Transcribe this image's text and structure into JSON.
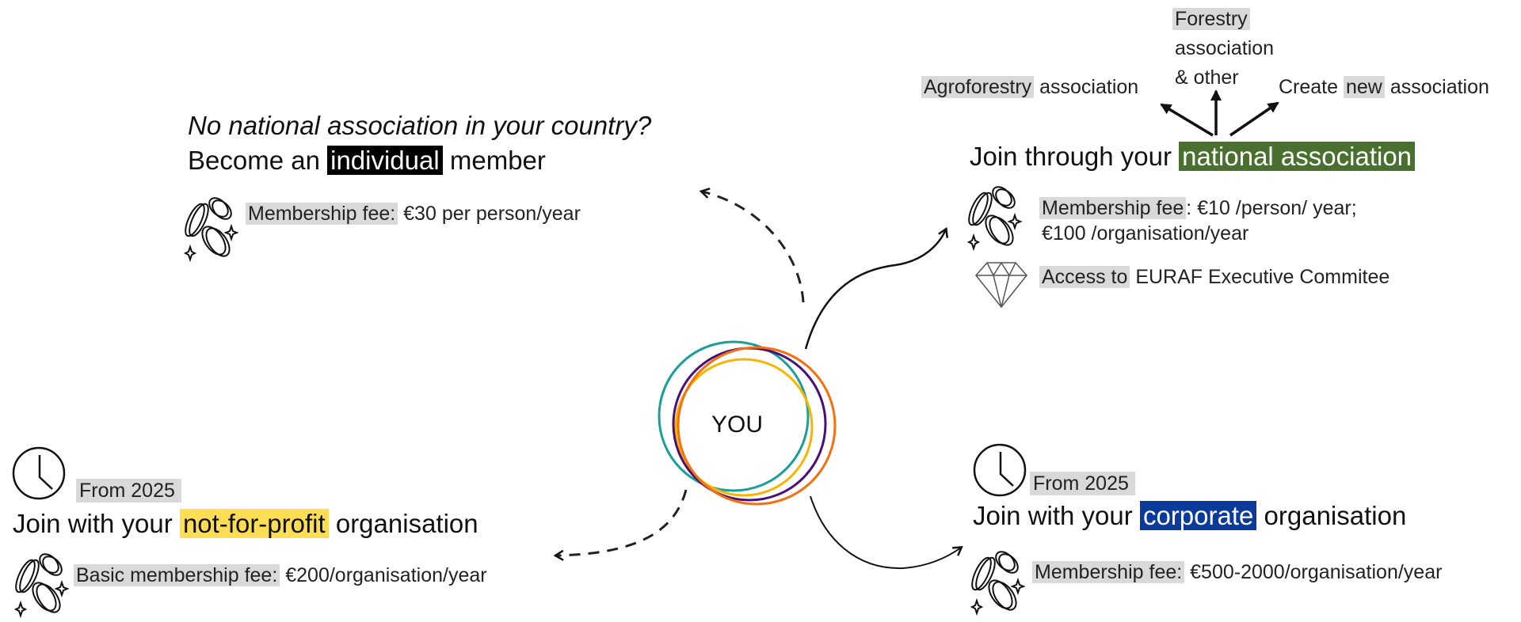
{
  "center": {
    "label": "YOU",
    "ring_colors": [
      "#1a9e9a",
      "#4b0f7a",
      "#f7b500",
      "#f5700f"
    ]
  },
  "individual": {
    "question": "No national association in your country?",
    "title_prefix": "Become an",
    "title_highlight": "individual",
    "title_suffix": "member",
    "fee_label": "Membership fee:",
    "fee_value": "€30 per person/year",
    "highlight_color": "#000000"
  },
  "national": {
    "options": {
      "agroforestry_hl": "Agroforestry",
      "agroforestry_rest": "association",
      "forestry_hl": "Forestry",
      "forestry_line2": "association",
      "forestry_line3": "& other",
      "create_prefix": "Create",
      "create_hl": "new",
      "create_suffix": "association"
    },
    "title_prefix": "Join through your",
    "title_highlight": "national association",
    "fee_label": "Membership fee",
    "fee_value_line1": ": €10 /person/ year;",
    "fee_value_line2": "€100 /organisation/year",
    "access_label": "Access to",
    "access_value": "EURAF Executive Commitee",
    "highlight_color": "#4a7030"
  },
  "nonprofit": {
    "from": "From 2025",
    "title_prefix": "Join with your",
    "title_highlight": "not-for-profit",
    "title_suffix": "organisation",
    "fee_label": "Basic membership fee:",
    "fee_value": "€200/organisation/year",
    "highlight_color": "#ffdd55"
  },
  "corporate": {
    "from": "From 2025",
    "title_prefix": "Join with your",
    "title_highlight": "corporate",
    "title_suffix": "organisation",
    "fee_label": "Membership fee:",
    "fee_value": "€500-2000/organisation/year",
    "highlight_color": "#0a3a9a"
  }
}
